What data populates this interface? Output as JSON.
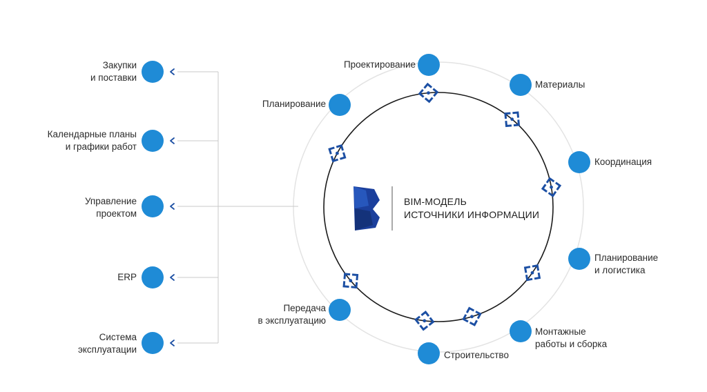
{
  "center": {
    "line1": "BIM-МОДЕЛЬ",
    "line2": "ИСТОЧНИКИ ИНФОРМАЦИИ"
  },
  "left_list": [
    {
      "line1": "Закупки",
      "line2": "и поставки"
    },
    {
      "line1": "Календарные планы",
      "line2": "и графики работ"
    },
    {
      "line1": "Управление",
      "line2": "проектом"
    },
    {
      "line1": "ERP",
      "line2": ""
    },
    {
      "line1": "Система",
      "line2": "эксплуатации"
    }
  ],
  "circle_nodes": [
    {
      "line1": "Проектирование",
      "line2": ""
    },
    {
      "line1": "Материалы",
      "line2": ""
    },
    {
      "line1": "Координация",
      "line2": ""
    },
    {
      "line1": "Планирование",
      "line2": "и логистика"
    },
    {
      "line1": "Монтажные",
      "line2": "работы и сборка"
    },
    {
      "line1": "Строительство",
      "line2": ""
    },
    {
      "line1": "Передача",
      "line2": "в эксплуатацию"
    },
    {
      "line1": "Планирование",
      "line2": ""
    }
  ],
  "colors": {
    "node": "#1f8bd6",
    "bracket": "#1c4fa3",
    "ring": "#1a1a1a",
    "outer_ring": "#e3e3e3",
    "connector": "#c8c8c8",
    "logo": "#1b3f9c"
  },
  "icons": {
    "node": "filled-circle",
    "connector": "focus-bracket-icon",
    "chevron": "chevron-left-icon"
  }
}
